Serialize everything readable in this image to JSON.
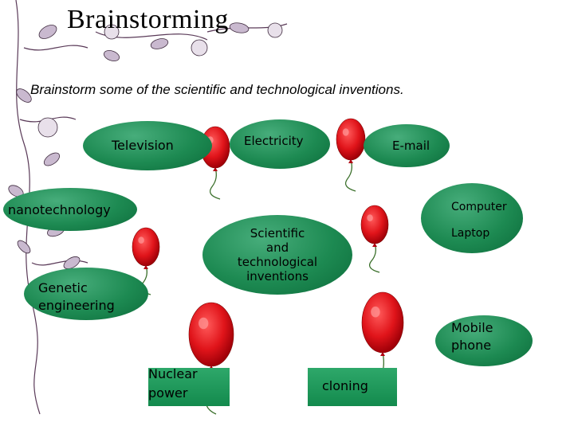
{
  "title": "Brainstorming",
  "subtitle": "Brainstorm some of the scientific and technological  inventions.",
  "center": [
    "Scientific",
    "and",
    "technological",
    "inventions"
  ],
  "nodes": {
    "television": "Television",
    "electricity": "Electricity",
    "email": "E-mail",
    "nanotechnology": "nanotechnology",
    "computer": "Computer",
    "laptop": "Laptop",
    "genetic": [
      "Genetic",
      "engineering"
    ],
    "mobile": [
      "Mobile",
      "phone"
    ],
    "nuclear": [
      "Nuclear",
      "power"
    ],
    "cloning": "cloning"
  },
  "colors": {
    "node_green": "#1d8a52",
    "balloon_red": "#e0141a",
    "vine": "#6b3f6b"
  }
}
